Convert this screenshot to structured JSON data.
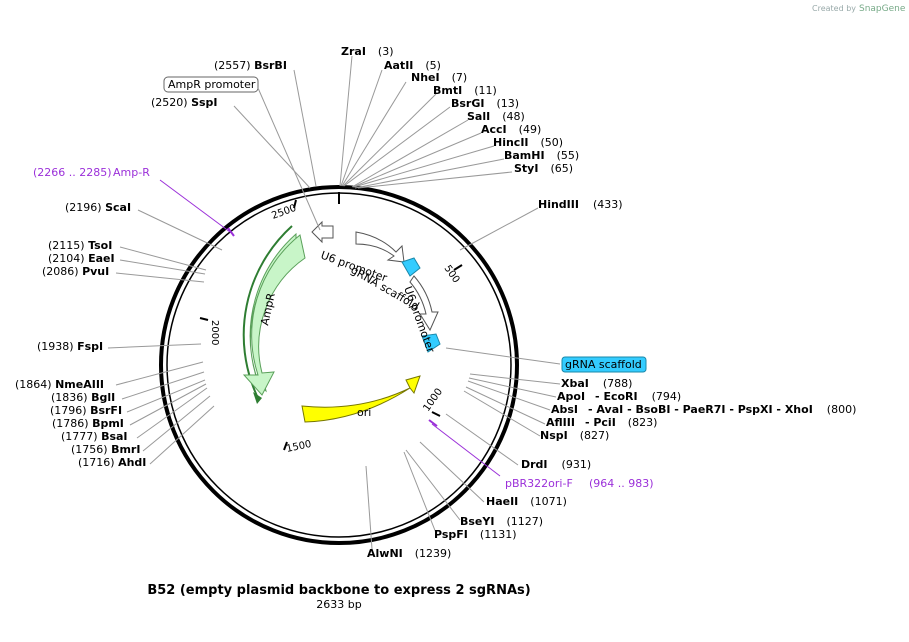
{
  "credit": {
    "prefix": "Created by",
    "brand": "SnapGene"
  },
  "title": "B52 (empty plasmid backbone to express 2 sgRNAs)",
  "subtitle": "2633 bp",
  "ring_ticks": [
    "2500",
    "500",
    "1000",
    "1500",
    "2000"
  ],
  "features": {
    "amp_r": "AmpR",
    "ori": "ori",
    "u6_a": "U6 promoter",
    "grna_a": "gRNA scaffold",
    "u6_b": "U6 promoter",
    "grna_b": "gRNA scaffold",
    "grna_box": "gRNA scaffold",
    "ampr_promoter_box": "AmpR promoter"
  },
  "primers": [
    {
      "range": "(2266 .. 2285)",
      "name": "Amp-R"
    },
    {
      "range": "(964 .. 983)",
      "name": "pBR322ori-F"
    }
  ],
  "sites_left": [
    {
      "pos": "(2557)",
      "name": "BsrBI"
    },
    {
      "pos": "(2520)",
      "name": "SspI"
    },
    {
      "pos": "(2196)",
      "name": "ScaI"
    },
    {
      "pos": "(2115)",
      "name": "TsoI"
    },
    {
      "pos": "(2104)",
      "name": "EaeI"
    },
    {
      "pos": "(2086)",
      "name": "PvuI"
    },
    {
      "pos": "(1938)",
      "name": "FspI"
    },
    {
      "pos": "(1864)",
      "name": "NmeAIII"
    },
    {
      "pos": "(1836)",
      "name": "BglI"
    },
    {
      "pos": "(1796)",
      "name": "BsrFI"
    },
    {
      "pos": "(1786)",
      "name": "BpmI"
    },
    {
      "pos": "(1777)",
      "name": "BsaI"
    },
    {
      "pos": "(1756)",
      "name": "BmrI"
    },
    {
      "pos": "(1716)",
      "name": "AhdI"
    }
  ],
  "sites_top": [
    {
      "name": "ZraI",
      "pos": "(3)"
    },
    {
      "name": "AatII",
      "pos": "(5)"
    },
    {
      "name": "NheI",
      "pos": "(7)"
    },
    {
      "name": "BmtI",
      "pos": "(11)"
    },
    {
      "name": "BsrGI",
      "pos": "(13)"
    },
    {
      "name": "SalI",
      "pos": "(48)"
    },
    {
      "name": "AccI",
      "pos": "(49)"
    },
    {
      "name": "HincII",
      "pos": "(50)"
    },
    {
      "name": "BamHI",
      "pos": "(55)"
    },
    {
      "name": "StyI",
      "pos": "(65)"
    },
    {
      "name": "HindIII",
      "pos": "(433)"
    }
  ],
  "sites_right": [
    {
      "name": "XbaI",
      "pos": "(788)"
    },
    {
      "name": "ApoI",
      "pos": "- EcoRI",
      "pos2": "(794)"
    },
    {
      "name": "AbsI",
      "pos": "- AvaI - BsoBI - PaeR7I - PspXI - XhoI",
      "pos2": "(800)"
    },
    {
      "name": "AflIII",
      "pos": "- PciI",
      "pos2": "(823)"
    },
    {
      "name": "NspI",
      "pos": "(827)"
    },
    {
      "name": "DrdI",
      "pos": "(931)"
    },
    {
      "name": "HaeII",
      "pos": "(1071)"
    },
    {
      "name": "BseYI",
      "pos": "(1127)"
    },
    {
      "name": "PspFI",
      "pos": "(1131)"
    },
    {
      "name": "AlwNI",
      "pos": "(1239)"
    }
  ],
  "colors": {
    "ampr": "#c8f5c8",
    "ori": "#ffff00",
    "grna": "#33ccff",
    "primer": "#9b30d9",
    "backbone": "#000000"
  }
}
